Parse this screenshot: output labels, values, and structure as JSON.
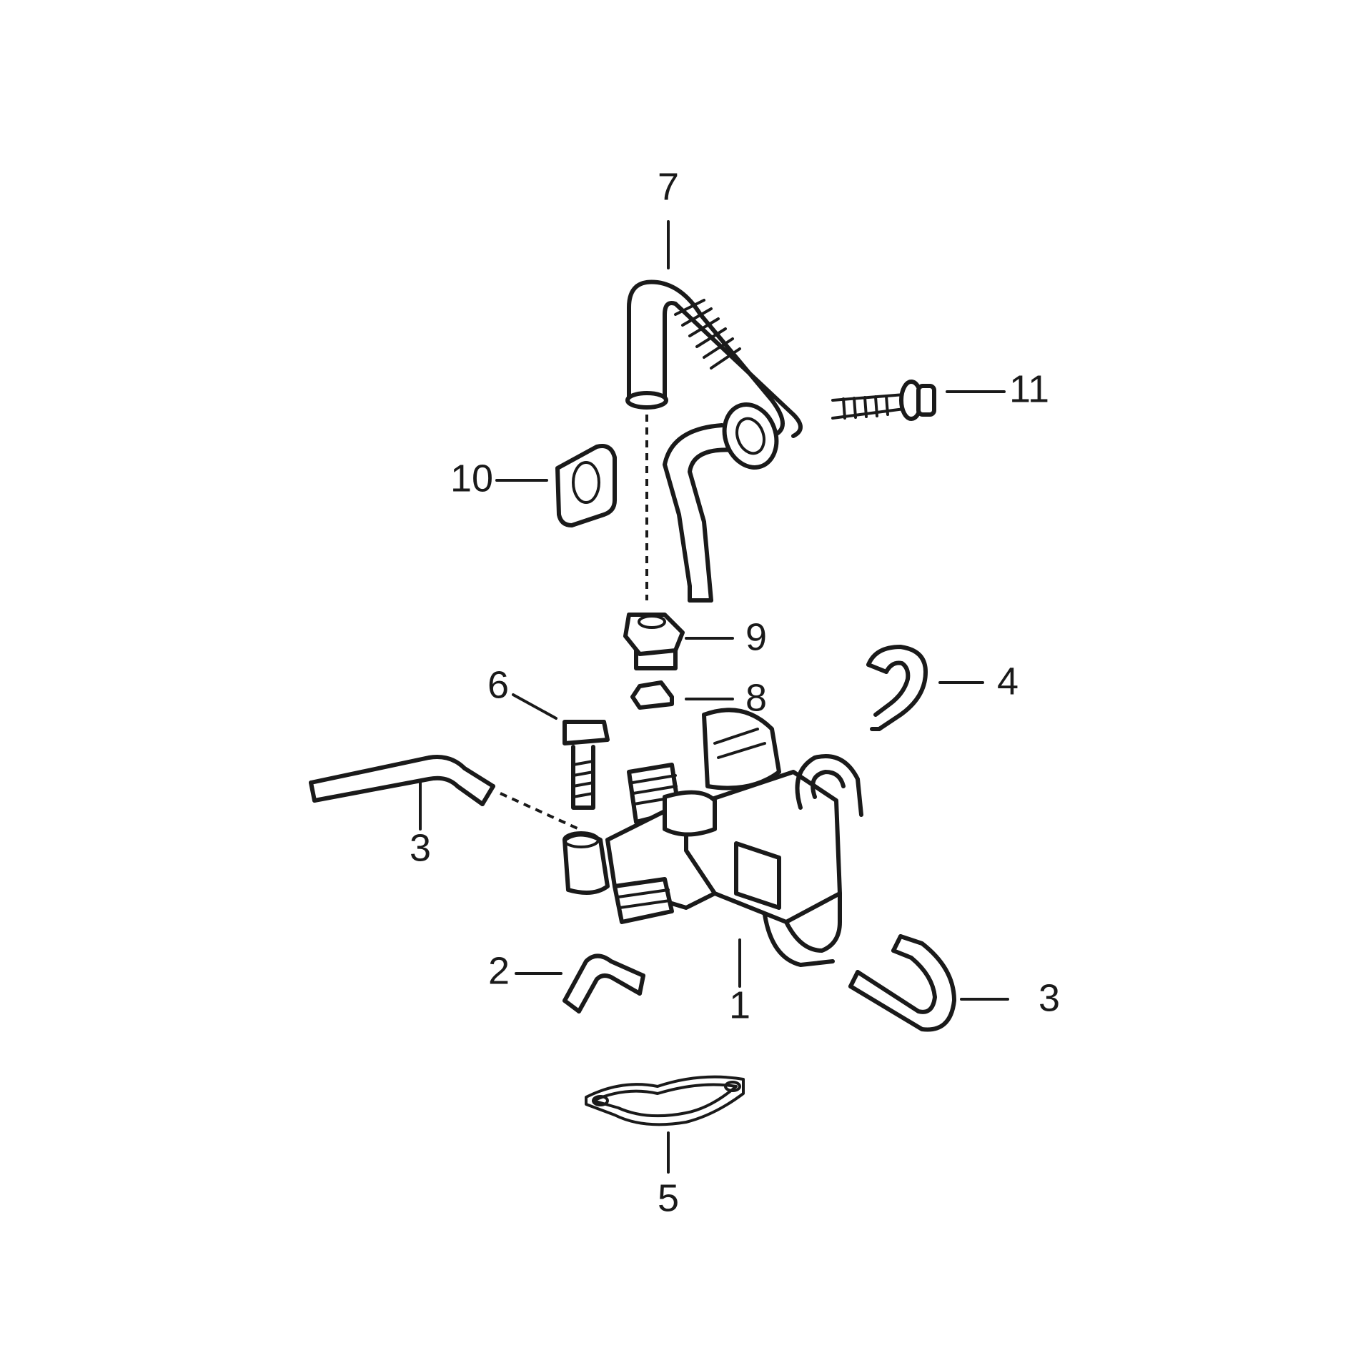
{
  "callouts": [
    {
      "id": "c1",
      "label": "1"
    },
    {
      "id": "c2",
      "label": "2"
    },
    {
      "id": "c3a",
      "label": "3"
    },
    {
      "id": "c3b",
      "label": "3"
    },
    {
      "id": "c4",
      "label": "4"
    },
    {
      "id": "c5",
      "label": "5"
    },
    {
      "id": "c6",
      "label": "6"
    },
    {
      "id": "c7",
      "label": "7"
    },
    {
      "id": "c8",
      "label": "8"
    },
    {
      "id": "c9",
      "label": "9"
    },
    {
      "id": "c10",
      "label": "10"
    },
    {
      "id": "c11",
      "label": "11"
    }
  ],
  "colors": {
    "line": "#1a1a1a",
    "background": "#ffffff"
  }
}
